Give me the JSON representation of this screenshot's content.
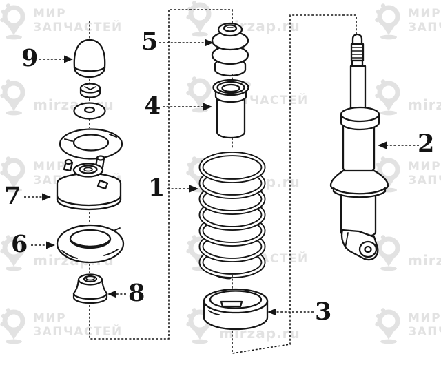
{
  "diagram": {
    "callouts": {
      "c1": "1",
      "c2": "2",
      "c3": "3",
      "c4": "4",
      "c5": "5",
      "c6": "6",
      "c7": "7",
      "c8": "8",
      "c9": "9"
    }
  },
  "watermark": {
    "brand_top": "МИР",
    "brand_bottom": "ЗАПЧАСТЕЙ",
    "site": "mirzap.ru",
    "tint": "#e2e2e2"
  },
  "colors": {
    "line": "#161616",
    "background": "#ffffff"
  }
}
